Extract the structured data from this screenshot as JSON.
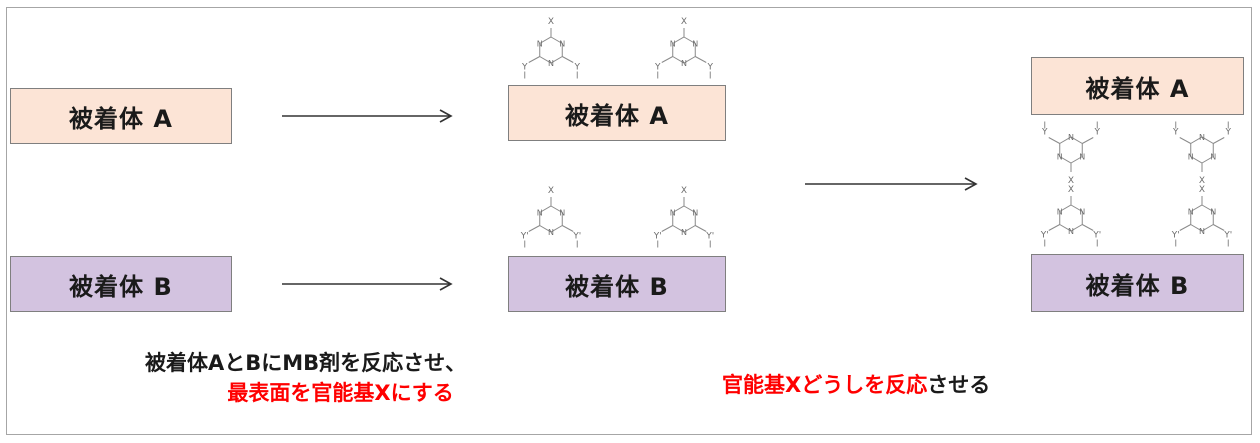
{
  "boxes": {
    "left_a": "被着体 A",
    "left_b": "被着体 B",
    "mid_a": "被着体 A",
    "mid_b": "被着体 B",
    "right_a": "被着体 A",
    "right_b": "被着体 B"
  },
  "molecule": {
    "ring_atom": "N",
    "top_group": "X",
    "side_group_a": "Y",
    "side_group_b": "Y'"
  },
  "captions": {
    "left_line1": "被着体AとBにMB剤を反応させ、",
    "left_line2": "最表面を官能基Xにする",
    "right_red": "官能基Xどうしを反応",
    "right_black": "させる"
  },
  "colors": {
    "substrate_a": "#fce4d6",
    "substrate_b": "#d3c3e0",
    "highlight": "#ff0000"
  }
}
